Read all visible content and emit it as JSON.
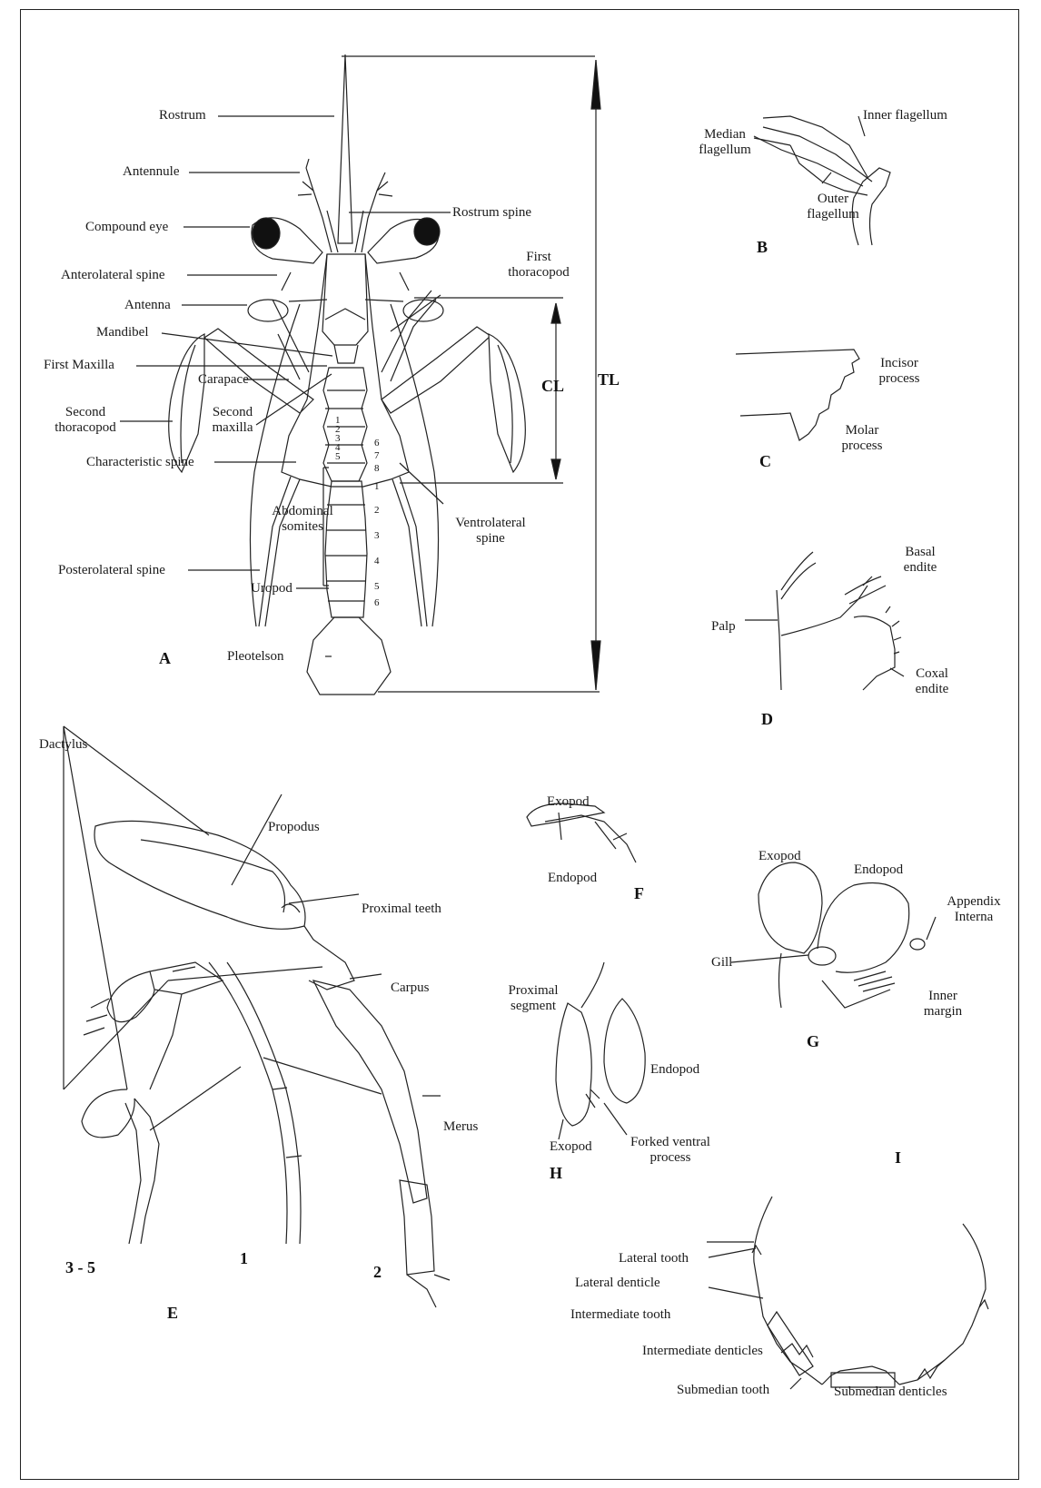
{
  "panels": {
    "A": "A",
    "B": "B",
    "C": "C",
    "D": "D",
    "E": "E",
    "F": "F",
    "G": "G",
    "H": "H",
    "I": "I"
  },
  "panelA": {
    "rostrum": "Rostrum",
    "antennule": "Antennule",
    "compound_eye": "Compound eye",
    "anterolateral_spine": "Anterolateral spine",
    "antenna": "Antenna",
    "mandibel": "Mandibel",
    "first_maxilla": "First Maxilla",
    "carapace": "Carapace",
    "second_thoracopod_1": "Second",
    "second_thoracopod_2": "thoracopod",
    "second_maxilla_1": "Second",
    "second_maxilla_2": "maxilla",
    "characteristic_spine": "Characteristic spine",
    "abdominal_somites_1": "Abdominal",
    "abdominal_somites_2": "somites",
    "posterolateral_spine": "Posterolateral spine",
    "uropod": "Uropod",
    "pleotelson": "Pleotelson",
    "rostrum_spine": "Rostrum spine",
    "first_thoracopod_1": "First",
    "first_thoracopod_2": "thoracopod",
    "ventrolateral_spine_1": "Ventrolateral",
    "ventrolateral_spine_2": "spine",
    "cl": "CL",
    "tl": "TL",
    "thoracic_numbers": [
      "1",
      "2",
      "3",
      "4",
      "5",
      "6",
      "7",
      "8"
    ],
    "abdominal_numbers": [
      "1",
      "2",
      "3",
      "4",
      "5",
      "6"
    ]
  },
  "panelB": {
    "inner_flagellum": "Inner flagellum",
    "median_1": "Median",
    "median_2": "flagellum",
    "outer_1": "Outer",
    "outer_2": "flagellum"
  },
  "panelC": {
    "incisor_1": "Incisor",
    "incisor_2": "process",
    "molar_1": "Molar",
    "molar_2": "process"
  },
  "panelD": {
    "basal_1": "Basal",
    "basal_2": "endite",
    "palp": "Palp",
    "coxal_1": "Coxal",
    "coxal_2": "endite"
  },
  "panelE": {
    "dactylus": "Dactylus",
    "propodus": "Propodus",
    "proximal_teeth": "Proximal teeth",
    "carpus": "Carpus",
    "merus": "Merus",
    "leg_3_5": "3 - 5",
    "leg_1": "1",
    "leg_2": "2"
  },
  "panelF": {
    "exopod": "Exopod",
    "endopod": "Endopod"
  },
  "panelG": {
    "exopod": "Exopod",
    "endopod": "Endopod",
    "appendix_1": "Appendix",
    "appendix_2": "Interna",
    "gill": "Gill",
    "inner_1": "Inner",
    "inner_2": "margin"
  },
  "panelH": {
    "proximal_1": "Proximal",
    "proximal_2": "segment",
    "endopod": "Endopod",
    "exopod": "Exopod",
    "forked_1": "Forked ventral",
    "forked_2": "process"
  },
  "panelI": {
    "lateral_tooth": "Lateral tooth",
    "lateral_denticle": "Lateral denticle",
    "intermediate_tooth": "Intermediate tooth",
    "intermediate_denticles": "Intermediate denticles",
    "submedian_tooth": "Submedian tooth",
    "submedian_denticles": "Submedian denticles"
  }
}
